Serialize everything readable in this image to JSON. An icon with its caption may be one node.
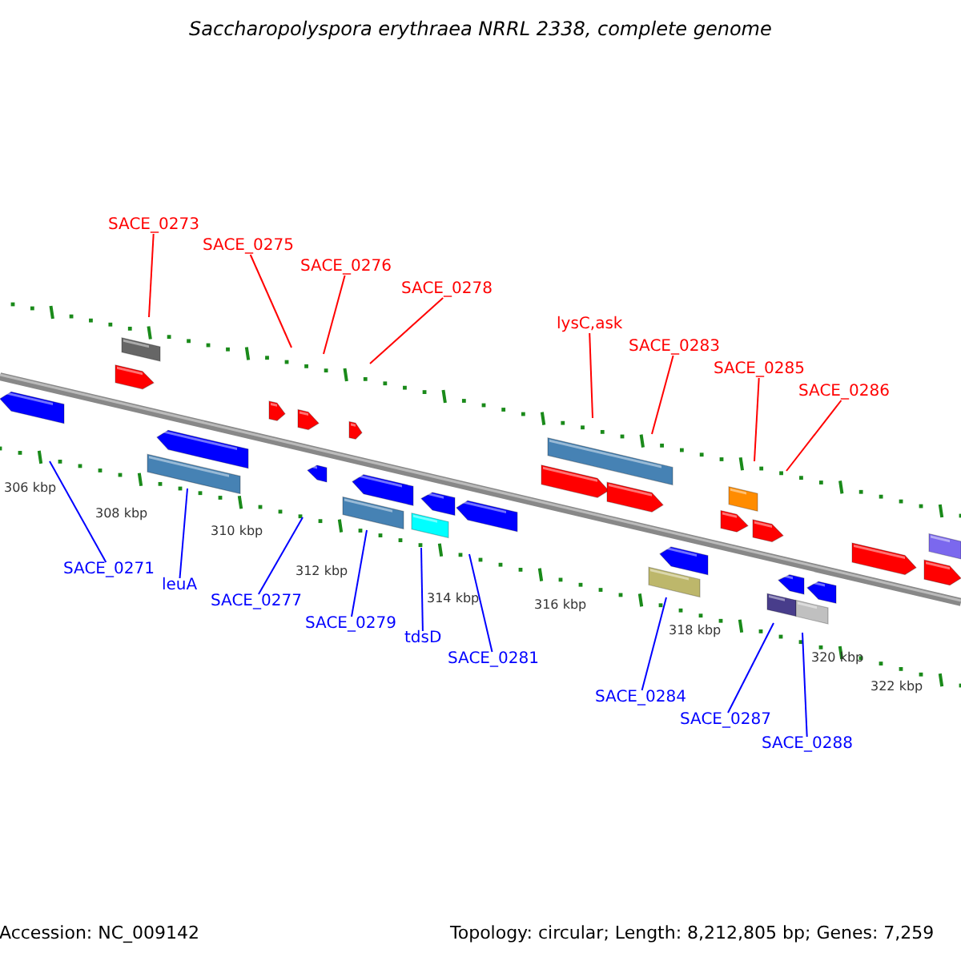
{
  "diagram": {
    "title": "Saccharopolyspora erythraea NRRL 2338, complete genome",
    "nodes": [
      {
        "text": [
          "SACE_0273"
        ]
      },
      {
        "text": [
          "SACE_0275"
        ]
      },
      {
        "text": [
          "SACE_0276"
        ]
      },
      {
        "text": [
          "SACE_0278"
        ]
      },
      {
        "text": [
          "lysC,ask"
        ]
      },
      {
        "text": [
          "SACE_0283"
        ]
      },
      {
        "text": [
          "SACE_0285"
        ]
      },
      {
        "text": [
          "SACE_0286"
        ]
      },
      {
        "text": [
          "SACE_0271"
        ]
      },
      {
        "text": [
          "leuA"
        ]
      },
      {
        "text": [
          "SACE_0277"
        ]
      },
      {
        "text": [
          "SACE_0279"
        ]
      },
      {
        "text": [
          "tdsD"
        ]
      },
      {
        "text": [
          "SACE_0281"
        ]
      },
      {
        "text": [
          "SACE_0284"
        ]
      },
      {
        "text": [
          "SACE_0287"
        ]
      },
      {
        "text": [
          "SACE_0288"
        ]
      }
    ],
    "edges": [
      {
        "from": 0,
        "to": null,
        "arrow": "none",
        "color": "#ff0000"
      },
      {
        "from": 1,
        "to": null,
        "arrow": "none",
        "color": "#ff0000"
      },
      {
        "from": 2,
        "to": null,
        "arrow": "none",
        "color": "#ff0000"
      },
      {
        "from": 3,
        "to": null,
        "arrow": "none",
        "color": "#ff0000"
      },
      {
        "from": 4,
        "to": null,
        "arrow": "none",
        "color": "#ff0000"
      },
      {
        "from": 5,
        "to": null,
        "arrow": "none",
        "color": "#ff0000"
      },
      {
        "from": 6,
        "to": null,
        "arrow": "none",
        "color": "#ff0000"
      },
      {
        "from": 7,
        "to": null,
        "arrow": "none",
        "color": "#ff0000"
      },
      {
        "from": 8,
        "to": null,
        "arrow": "none",
        "color": "#0000ff"
      },
      {
        "from": 9,
        "to": null,
        "arrow": "none",
        "color": "#0000ff"
      },
      {
        "from": 10,
        "to": null,
        "arrow": "none",
        "color": "#0000ff"
      },
      {
        "from": 11,
        "to": null,
        "arrow": "none",
        "color": "#0000ff"
      },
      {
        "from": 12,
        "to": null,
        "arrow": "none",
        "color": "#0000ff"
      },
      {
        "from": 13,
        "to": null,
        "arrow": "none",
        "color": "#0000ff"
      },
      {
        "from": 14,
        "to": null,
        "arrow": "none",
        "color": "#0000ff"
      },
      {
        "from": 15,
        "to": null,
        "arrow": "none",
        "color": "#0000ff"
      },
      {
        "from": 16,
        "to": null,
        "arrow": "none",
        "color": "#0000ff"
      }
    ],
    "labels": [
      "306 kbp",
      "308 kbp",
      "310 kbp",
      "312 kbp",
      "314 kbp",
      "316 kbp",
      "318 kbp",
      "320 kbp",
      "322 kbp",
      "Accession: NC_009142",
      "Topology: circular; Length: 8,212,805 bp; Genes: 7,259"
    ]
  }
}
